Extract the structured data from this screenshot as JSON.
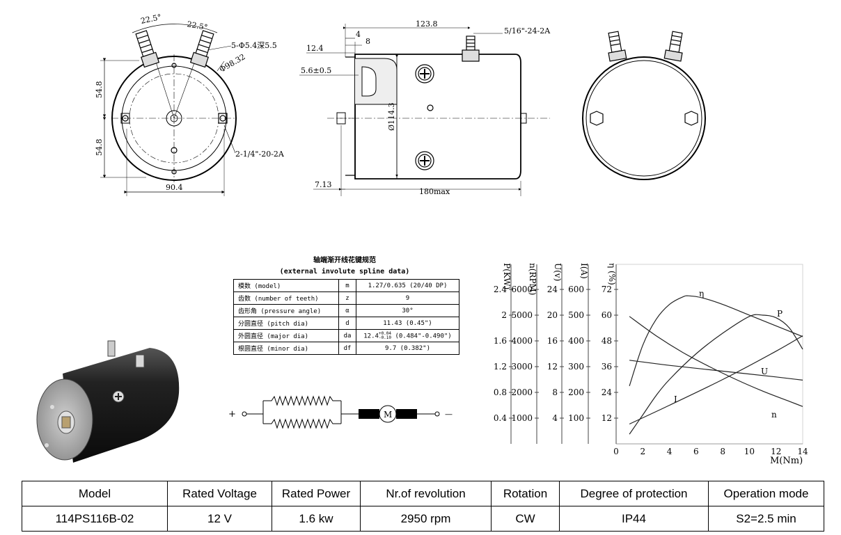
{
  "drawing": {
    "front_view": {
      "angle_left": "22.5°",
      "angle_right": "22.5°",
      "holes_note": "5-Φ5.4深5.5",
      "bolt_circle": "Φ98.32",
      "height_top": "54.8",
      "height_bottom": "54.8",
      "width": "90.4",
      "stud_note": "2-1/4\"-20-2A"
    },
    "side_view": {
      "length_top": "123.8",
      "dim_4": "4",
      "dim_8": "8",
      "dim_12_4": "12.4",
      "dim_5_6": "5.6±0.5",
      "diameter": "Ø114.3",
      "dim_7_13": "7.13",
      "length_max": "180max",
      "terminal_note": "5/16\"-24-2A"
    }
  },
  "spline": {
    "title_cn": "轴端渐开线花键规范",
    "title_en": "(external involute spline data)",
    "rows": [
      {
        "name": "模数 (model)",
        "sym": "m",
        "value": "1.27/0.635 (20/40 DP)"
      },
      {
        "name": "齿数 (number of teeth)",
        "sym": "z",
        "value": "9"
      },
      {
        "name": "齿形角 (pressure angle)",
        "sym": "α",
        "value": "30°"
      },
      {
        "name": "分圆直径 (pitch dia)",
        "sym": "d",
        "value": "11.43 (0.45\")"
      },
      {
        "name": "外圆直径 (major dia)",
        "sym": "da",
        "value_base": "12.4",
        "value_tol_up": "+0.04",
        "value_tol_down": "-0.10",
        "value_rest": "(0.484\"-0.490\")"
      },
      {
        "name": "根圆直径 (minor dia)",
        "sym": "df",
        "value": "9.7 (0.382\")"
      }
    ]
  },
  "circuit": {
    "plus": "+",
    "minus": "—",
    "motor_label": "M"
  },
  "chart_data": {
    "type": "line",
    "xlabel": "M(Nm)",
    "xlim": [
      0,
      14
    ],
    "x_ticks": [
      "0",
      "2",
      "4",
      "6",
      "8",
      "10",
      "12",
      "14"
    ],
    "axes": [
      {
        "label": "P(KW)",
        "ticks": [
          "2.4",
          "2",
          "1.6",
          "1.2",
          "0.8",
          "0.4"
        ]
      },
      {
        "label": "n(RPM)",
        "ticks": [
          "6000",
          "5000",
          "4000",
          "3000",
          "2000",
          "1000"
        ]
      },
      {
        "label": "U(v)",
        "ticks": [
          "24",
          "20",
          "16",
          "12",
          "8",
          "4"
        ]
      },
      {
        "label": "I(A)",
        "ticks": [
          "600",
          "500",
          "400",
          "300",
          "200",
          "100"
        ]
      },
      {
        "label": "η (%)",
        "ticks": [
          "72",
          "60",
          "48",
          "36",
          "24",
          "12"
        ]
      }
    ],
    "series": [
      {
        "name": "η",
        "axis": "η (%)",
        "x": [
          1.0,
          2.0,
          3.0,
          4.0,
          5.0,
          5.5,
          6.5,
          8.0,
          10.0,
          12.0,
          14.0
        ],
        "y": [
          27,
          46,
          58,
          65,
          68.5,
          69,
          68,
          65,
          60,
          55,
          50
        ]
      },
      {
        "name": "P",
        "axis": "P(KW)",
        "x": [
          1.0,
          2.0,
          3.0,
          4.0,
          6.0,
          8.0,
          10.0,
          11.0,
          12.0,
          13.0,
          14.0
        ],
        "y": [
          0.15,
          0.45,
          0.75,
          1.0,
          1.4,
          1.72,
          1.98,
          2.0,
          1.96,
          1.8,
          1.47
        ]
      },
      {
        "name": "U",
        "axis": "U(v)",
        "x": [
          1.0,
          4.0,
          8.0,
          12.0,
          14.0
        ],
        "y": [
          13.0,
          12.2,
          11.3,
          10.4,
          9.9
        ]
      },
      {
        "name": "I",
        "axis": "I(A)",
        "x": [
          1.0,
          4.0,
          8.0,
          12.0,
          14.0
        ],
        "y": [
          77,
          150,
          250,
          360,
          420
        ]
      },
      {
        "name": "n",
        "axis": "n(RPM)",
        "x": [
          1.0,
          3.0,
          5.0,
          7.0,
          9.0,
          11.0,
          13.0,
          14.0
        ],
        "y": [
          4950,
          4200,
          3550,
          3000,
          2500,
          2050,
          1650,
          1450
        ]
      }
    ]
  },
  "spec_table": {
    "headers": [
      "Model",
      "Rated Voltage",
      "Rated Power",
      "Nr.of revolution",
      "Rotation",
      "Degree of protection",
      "Operation mode"
    ],
    "values": [
      "114PS116B-02",
      "12 V",
      "1.6 kw",
      "2950 rpm",
      "CW",
      "IP44",
      "S2=2.5 min"
    ]
  }
}
